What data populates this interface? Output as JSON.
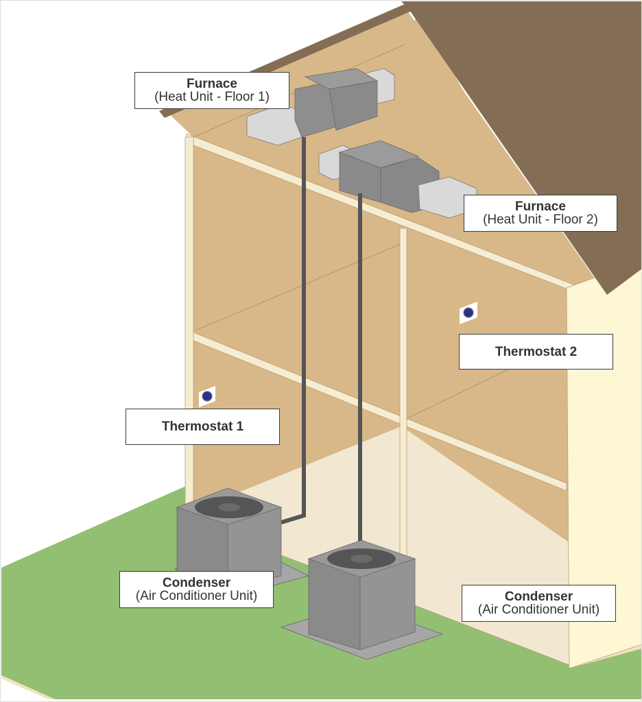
{
  "diagram": {
    "subject": "Two-zone HVAC system in a two-story house cutaway",
    "colors": {
      "roof": "#836e55",
      "wall_interior": "#d8b888",
      "framing": "#f6ecd2",
      "exterior_wall": "#fdf7d4",
      "floor_slab": "#f2e8d2",
      "grass": "#93bf72",
      "unit_gray": "#8e8e8e",
      "duct_light": "#d9d9d9",
      "refrigerant_line": "#555555",
      "thermostat_dial": "#2d2f8f"
    },
    "labels": {
      "furnace_1": {
        "title": "Furnace",
        "subtitle": "(Heat Unit - Floor 1)"
      },
      "furnace_2": {
        "title": "Furnace",
        "subtitle": "(Heat Unit - Floor 2)"
      },
      "thermostat_1": {
        "title": "Thermostat 1"
      },
      "thermostat_2": {
        "title": "Thermostat 2"
      },
      "condenser_1": {
        "title": "Condenser",
        "subtitle": "(Air Conditioner Unit)"
      },
      "condenser_2": {
        "title": "Condenser",
        "subtitle": "(Air Conditioner Unit)"
      }
    },
    "components": [
      {
        "id": "furnace_1",
        "type": "furnace",
        "floor": 1
      },
      {
        "id": "furnace_2",
        "type": "furnace",
        "floor": 2
      },
      {
        "id": "thermostat_1",
        "type": "thermostat",
        "floor": 1
      },
      {
        "id": "thermostat_2",
        "type": "thermostat",
        "floor": 2
      },
      {
        "id": "condenser_1",
        "type": "condenser",
        "connects_to": "furnace_1"
      },
      {
        "id": "condenser_2",
        "type": "condenser",
        "connects_to": "furnace_2"
      }
    ]
  }
}
